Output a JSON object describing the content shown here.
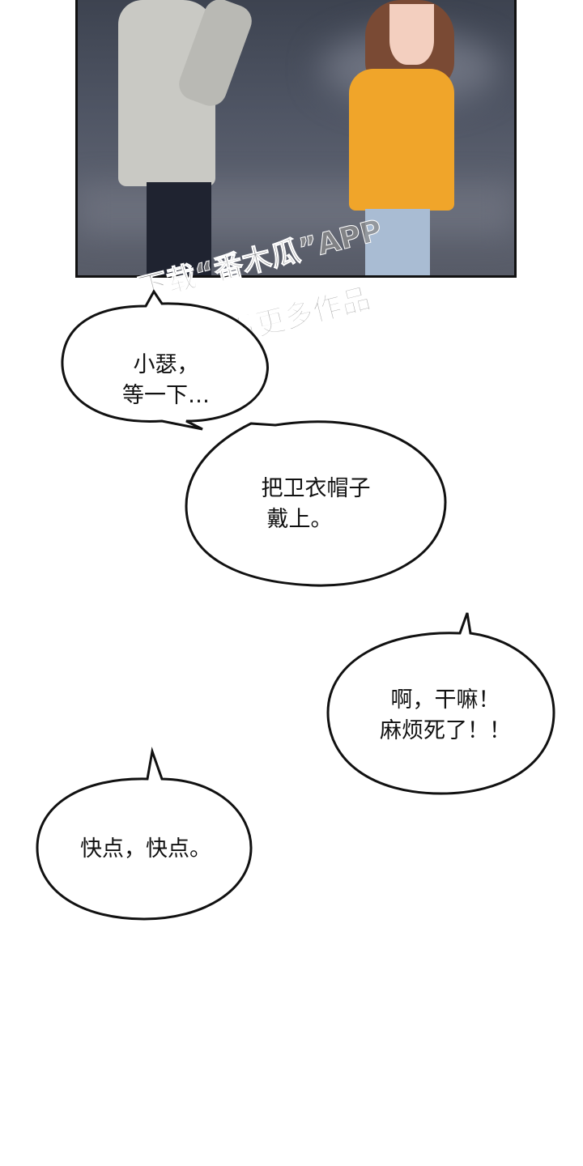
{
  "panel": {
    "description_colors": {
      "background": "#4f5564",
      "hoodie": "#f0a52a",
      "jacket": "#c9c9c4",
      "hair": "#7a4a34"
    }
  },
  "watermark": {
    "line1": "下载“番木瓜”APP",
    "line2": "观看更多作品"
  },
  "bubbles": [
    {
      "lines": [
        "小瑟，",
        "等一下…"
      ]
    },
    {
      "lines": [
        "把卫衣帽子",
        "戴上。"
      ]
    },
    {
      "lines": [
        "啊，干嘛！",
        "麻烦死了！！"
      ]
    },
    {
      "lines": [
        "快点，快点。"
      ]
    }
  ]
}
